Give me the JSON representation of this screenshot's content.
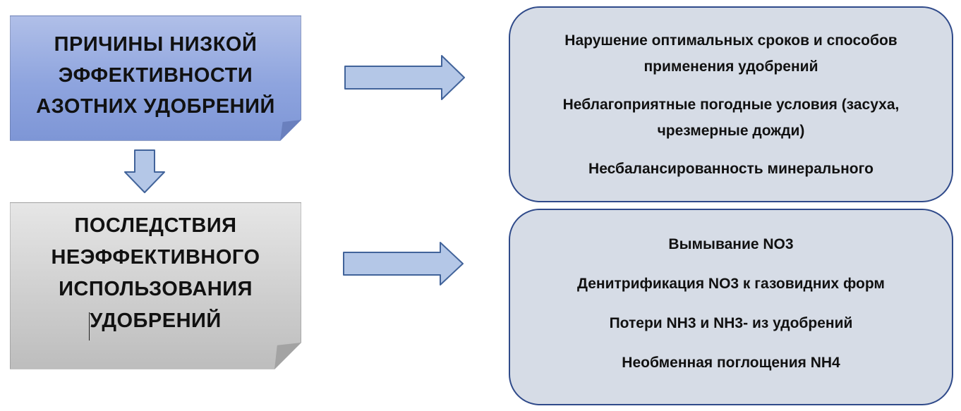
{
  "causes": {
    "title_lines": [
      "ПРИЧИНЫ НИЗКОЙ",
      "ЭФФЕКТИВНОСТИ",
      "АЗОТНИХ УДОБРЕНИЙ"
    ],
    "items": [
      [
        "Нарушение оптимальных сроков и способов",
        "применения удобрений"
      ],
      [
        "Неблагоприятные погодные условия (засуха,",
        "чрезмерные дожди)"
      ],
      [
        "Несбалансированность минерального"
      ]
    ]
  },
  "consequences": {
    "title_lines": [
      "ПОСЛЕДСТВИЯ",
      "НЕЭФФЕКТИВНОГО",
      "ИСПОЛЬЗОВАНИЯ",
      "УДОБРЕНИЙ"
    ],
    "items": [
      "Вымывание NO3",
      "Денитрификация NO3 к газовидних форм",
      "Потери NH3 и NH3- из удобрений",
      "Необменная поглощения NH4"
    ]
  },
  "colors": {
    "arrow_fill": "#b4c7e7",
    "arrow_stroke": "#41639a",
    "box_fill": "#d6dce6",
    "box_border": "#2f4a8a"
  }
}
